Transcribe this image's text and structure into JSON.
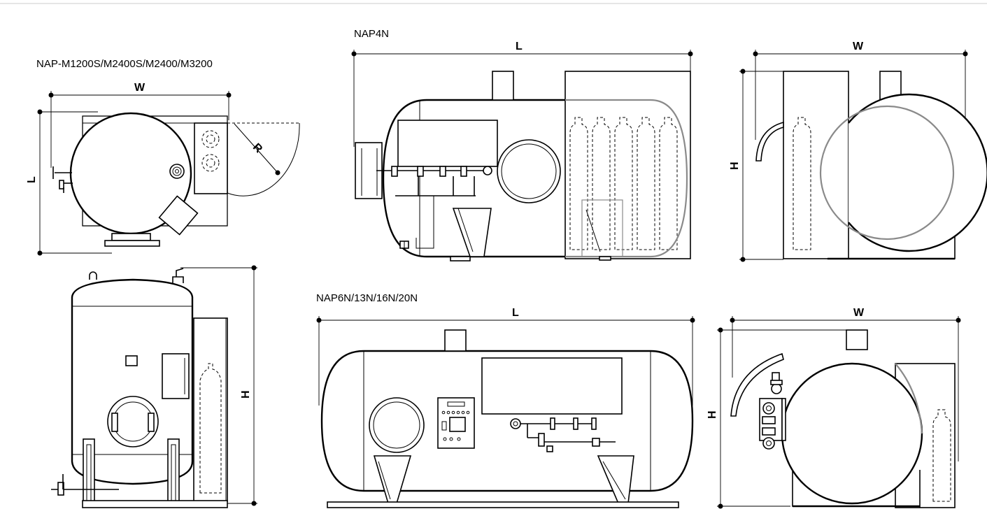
{
  "captions": {
    "top_left": "NAP-M1200S/M2400S/M2400/M3200",
    "top_middle": "NAP4N",
    "bottom_middle": "NAP6N/13N/16N/20N"
  },
  "dimensions": {
    "tl_width": "W",
    "tl_length": "L",
    "tl_radius": "R",
    "bl_height": "H",
    "tm_length": "L",
    "tr_width": "W",
    "tr_height": "H",
    "bm_length": "L",
    "br_width": "W",
    "br_height": "H"
  },
  "colors": {
    "line": "#000000",
    "hidden_outline": "#8a8a8a",
    "top_rule": "#cccccc"
  }
}
